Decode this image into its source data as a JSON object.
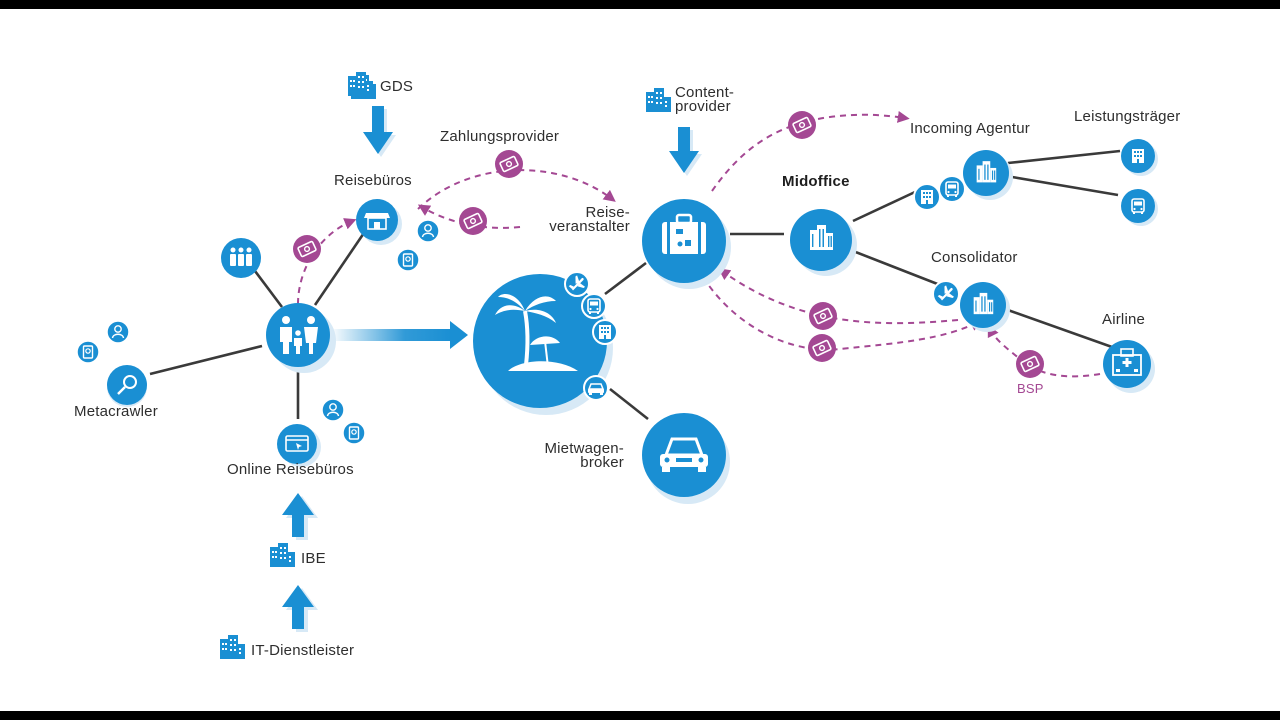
{
  "labels": {
    "gds": "GDS",
    "reisebueros": "Reisebüros",
    "zahlungsprovider": "Zahlungsprovider",
    "content_provider_1": "Content-",
    "content_provider_2": "provider",
    "reiseveranstalter_1": "Reise-",
    "reiseveranstalter_2": "veranstalter",
    "incoming_agentur": "Incoming Agentur",
    "leistungstraeger": "Leistungsträger",
    "midoffice": "Midoffice",
    "consolidator": "Consolidator",
    "airline": "Airline",
    "bsp": "BSP",
    "metacrawler": "Metacrawler",
    "online_reisebueros": "Online Reisebüros",
    "mietwagenbroker_1": "Mietwagen-",
    "mietwagenbroker_2": "broker",
    "ibe": "IBE",
    "it_dienstleister": "IT-Dienstleister"
  },
  "colors": {
    "node_blue": "#1a8fd3",
    "shadow_blue": "#d7e9f6",
    "payment_purple": "#a44893",
    "connector": "#3a3a3a",
    "text": "#2e2e2e"
  },
  "icons": [
    "building-icon",
    "family-icon",
    "store-icon",
    "passport-icon",
    "suitcase-icon",
    "palm-island-icon",
    "airplane-icon",
    "bus-icon",
    "car-icon",
    "money-icon",
    "magnifier-icon",
    "browser-icon",
    "skyscraper-icon",
    "hospital-building-icon"
  ]
}
